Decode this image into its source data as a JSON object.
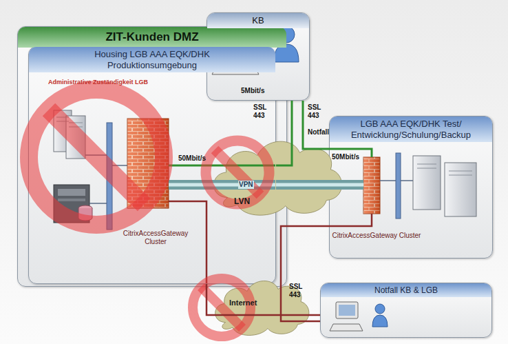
{
  "diagram": {
    "nodes": [
      {
        "text": [
          "ZIT-Kunden DMZ"
        ]
      },
      {
        "text": [
          "Housing LGB AAA EQK/DHK Produktionsumgebung",
          "Administrative Zuständigkeit LGB"
        ],
        "in": 0
      },
      {
        "text": [
          "KB"
        ]
      },
      {
        "text": [
          "LGB AAA EQK/DHK Test/ Entwicklung/Schulung/Backup"
        ]
      },
      {
        "text": [
          "LVN"
        ]
      },
      {
        "text": [
          "Internet"
        ]
      },
      {
        "text": [
          "Notfall KB & LGB"
        ]
      }
    ],
    "edges": [
      {
        "from": 1,
        "to": 2,
        "arrow": "none",
        "label": "50Mbit/s"
      },
      {
        "from": 3,
        "to": 2,
        "arrow": "none",
        "label": "Notfall"
      },
      {
        "from": 1,
        "to": 3,
        "arrow": "none",
        "label": "VPN"
      },
      {
        "from": 1,
        "to": 6,
        "arrow": "none"
      },
      {
        "from": 3,
        "to": 6,
        "arrow": "none"
      }
    ],
    "labels": [
      "5Mbit/s",
      "SSL 443",
      "SSL 443",
      "50Mbit/s",
      "CitrixAccessGateway Cluster",
      "CitrixAccessGateway Cluster",
      "SSL 443"
    ]
  }
}
